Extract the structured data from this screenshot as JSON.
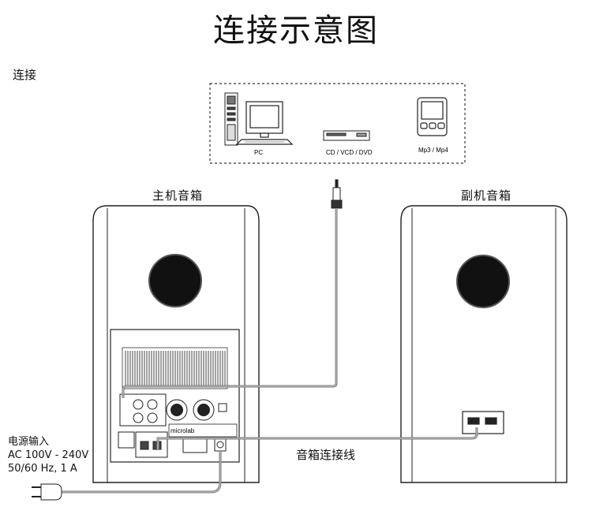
{
  "title": "连接示意图",
  "section_label": "连接",
  "sources": {
    "pc": "PC",
    "disc": "CD / VCD / DVD",
    "mp3": "Mp3 / Mp4"
  },
  "main_speaker_label": "主机音箱",
  "sub_speaker_label": "副机音箱",
  "speaker_cable_label": "音箱连接线",
  "power": {
    "title": "电源输入",
    "line1": "AC 100V - 240V ~",
    "line2": "50/60 Hz, 1 A"
  },
  "brand_on_panel": "microlab"
}
